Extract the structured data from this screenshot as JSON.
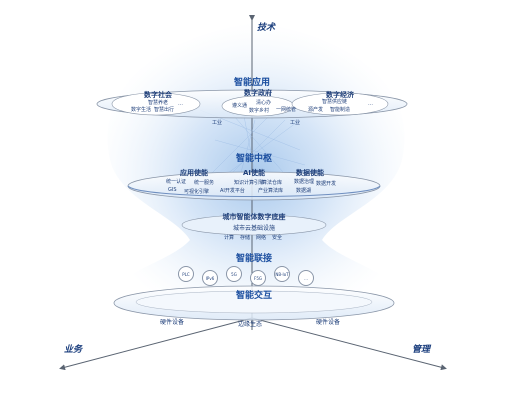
{
  "axes": {
    "top": "技术",
    "left": "业务",
    "right": "管理"
  },
  "layers": {
    "application": {
      "title": "智能应用",
      "groups": [
        {
          "name": "数字社会",
          "items": [
            "智慧养老",
            "数字生活",
            "智慧出行",
            "…"
          ]
        },
        {
          "name": "数字政府",
          "items": [
            "遵义通",
            "清心办",
            "一网统管",
            "数字乡村"
          ]
        },
        {
          "name": "数字经济",
          "items": [
            "智慧供应链",
            "源产发",
            "智能制造",
            "…"
          ]
        }
      ],
      "sub_tags": [
        "工业",
        "工业"
      ]
    },
    "hub": {
      "title": "智能中枢",
      "groups": [
        {
          "name": "应用使能",
          "items": [
            "统一认证",
            "统一服务",
            "GIS",
            "可视化引擎"
          ]
        },
        {
          "name": "AI使能",
          "items": [
            "知识计算引擎",
            "算法仓库",
            "AI开发平台",
            "产业算法库"
          ]
        },
        {
          "name": "数据使能",
          "items": [
            "数据治理",
            "数据开发",
            "数据湖"
          ]
        }
      ],
      "base": "城市智能体数字底座",
      "infra": "城市云基础设施",
      "infra_items": [
        "计算",
        "存储",
        "网络",
        "安全"
      ]
    },
    "connect": {
      "title": "智能联接",
      "nodes": [
        "PLC",
        "IPv6",
        "5G",
        "F5G",
        "NB-IoT",
        "…"
      ]
    },
    "interact": {
      "title": "智能交互",
      "bottom_labels": [
        "硬件设备",
        "边缘生态",
        "硬件设备"
      ]
    }
  },
  "colors": {
    "primary": "#1c4fa0",
    "glow": "#c9def5",
    "text": "#1f3f7a"
  }
}
